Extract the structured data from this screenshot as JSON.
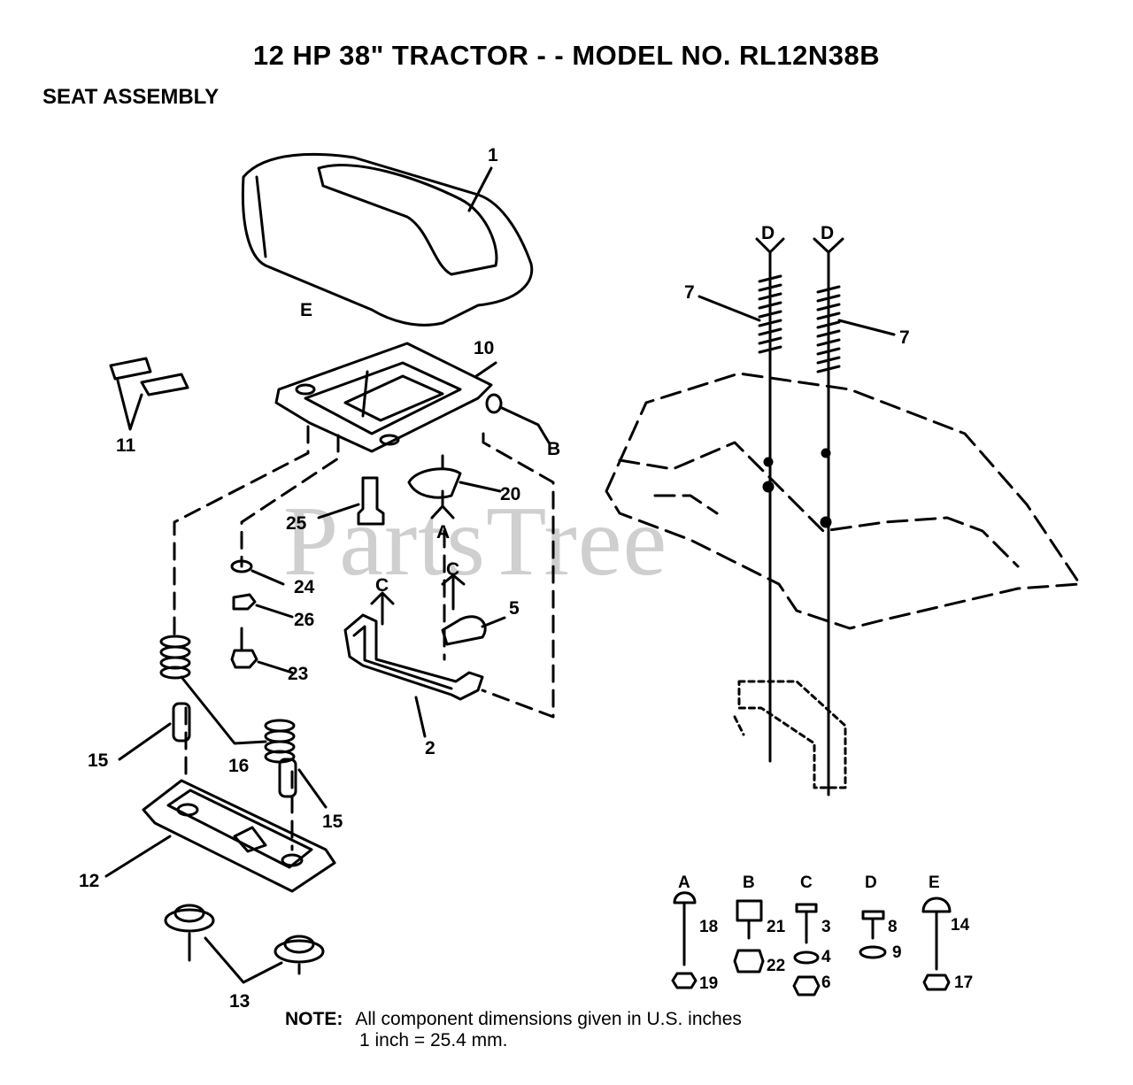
{
  "header": {
    "title": "12 HP 38\" TRACTOR - - MODEL NO.  RL12N38B",
    "section": "SEAT ASSEMBLY"
  },
  "watermark": "PartsTree",
  "callouts": {
    "c1": "1",
    "c2": "2",
    "c5": "5",
    "c7a": "7",
    "c7b": "7",
    "c10": "10",
    "c11": "11",
    "c12": "12",
    "c13": "13",
    "c15a": "15",
    "c15b": "15",
    "c16": "16",
    "c20": "20",
    "c23": "23",
    "c24": "24",
    "c25": "25",
    "c26": "26"
  },
  "refs": {
    "E_top": "E",
    "B_top": "B",
    "A_top": "A",
    "C_left": "C",
    "C_right": "C",
    "D_left": "D",
    "D_right": "D"
  },
  "hardware": {
    "A": {
      "label": "A",
      "parts": [
        "18",
        "19"
      ]
    },
    "B": {
      "label": "B",
      "parts": [
        "21",
        "22"
      ]
    },
    "C": {
      "label": "C",
      "parts": [
        "3",
        "4",
        "6"
      ]
    },
    "D": {
      "label": "D",
      "parts": [
        "8",
        "9"
      ]
    },
    "E": {
      "label": "E",
      "parts": [
        "14",
        "17"
      ]
    }
  },
  "note": {
    "label": "NOTE:",
    "line1": "All component dimensions given in U.S. inches",
    "line2": "1 inch = 25.4 mm."
  }
}
